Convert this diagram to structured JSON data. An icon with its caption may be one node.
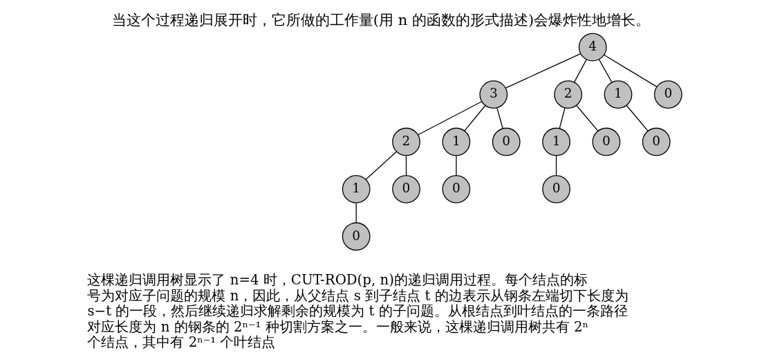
{
  "diagram": {
    "title": "当这个过程递归展开时，它所做的工作量(用 n 的函数的形式描述)会爆炸性地增长。",
    "caption": "这棵递归调用树显示了 n=4 时，CUT-ROD(p, n)的递归调用过程。每个结点的标号为对应子问题的规模 n，因此，从父结点 s 到子结点 t 的边表示从钢条左端切下长度为 s−t 的一段，然后继续递归求解剩余的规模为 t 的子问题。从根结点到叶结点的一条路径对应长度为 n 的钢条的 2ⁿ⁻¹ 种切割方案之一。一般来说，这棵递归调用树共有 2ⁿ 个结点，其中有 2ⁿ⁻¹ 个叶结点",
    "nodes": [
      {
        "text": [
          "4"
        ]
      },
      {
        "text": [
          "3"
        ]
      },
      {
        "text": [
          "2"
        ]
      },
      {
        "text": [
          "1"
        ]
      },
      {
        "text": [
          "0"
        ]
      },
      {
        "text": [
          "2"
        ]
      },
      {
        "text": [
          "1"
        ]
      },
      {
        "text": [
          "0"
        ]
      },
      {
        "text": [
          "1"
        ]
      },
      {
        "text": [
          "0"
        ]
      },
      {
        "text": [
          "0"
        ]
      },
      {
        "text": [
          "1"
        ]
      },
      {
        "text": [
          "0"
        ]
      },
      {
        "text": [
          "0"
        ]
      },
      {
        "text": [
          "0"
        ]
      },
      {
        "text": [
          "0"
        ]
      }
    ],
    "edges": [
      {
        "from": 0,
        "to": 1,
        "arrow": "none"
      },
      {
        "from": 0,
        "to": 2,
        "arrow": "none"
      },
      {
        "from": 0,
        "to": 3,
        "arrow": "none"
      },
      {
        "from": 0,
        "to": 4,
        "arrow": "none"
      },
      {
        "from": 1,
        "to": 5,
        "arrow": "none"
      },
      {
        "from": 1,
        "to": 6,
        "arrow": "none"
      },
      {
        "from": 1,
        "to": 7,
        "arrow": "none"
      },
      {
        "from": 2,
        "to": 8,
        "arrow": "none"
      },
      {
        "from": 2,
        "to": 9,
        "arrow": "none"
      },
      {
        "from": 3,
        "to": 10,
        "arrow": "none"
      },
      {
        "from": 5,
        "to": 11,
        "arrow": "none"
      },
      {
        "from": 5,
        "to": 12,
        "arrow": "none"
      },
      {
        "from": 6,
        "to": 13,
        "arrow": "none"
      },
      {
        "from": 8,
        "to": 14,
        "arrow": "none"
      },
      {
        "from": 11,
        "to": 15,
        "arrow": "none"
      }
    ]
  }
}
